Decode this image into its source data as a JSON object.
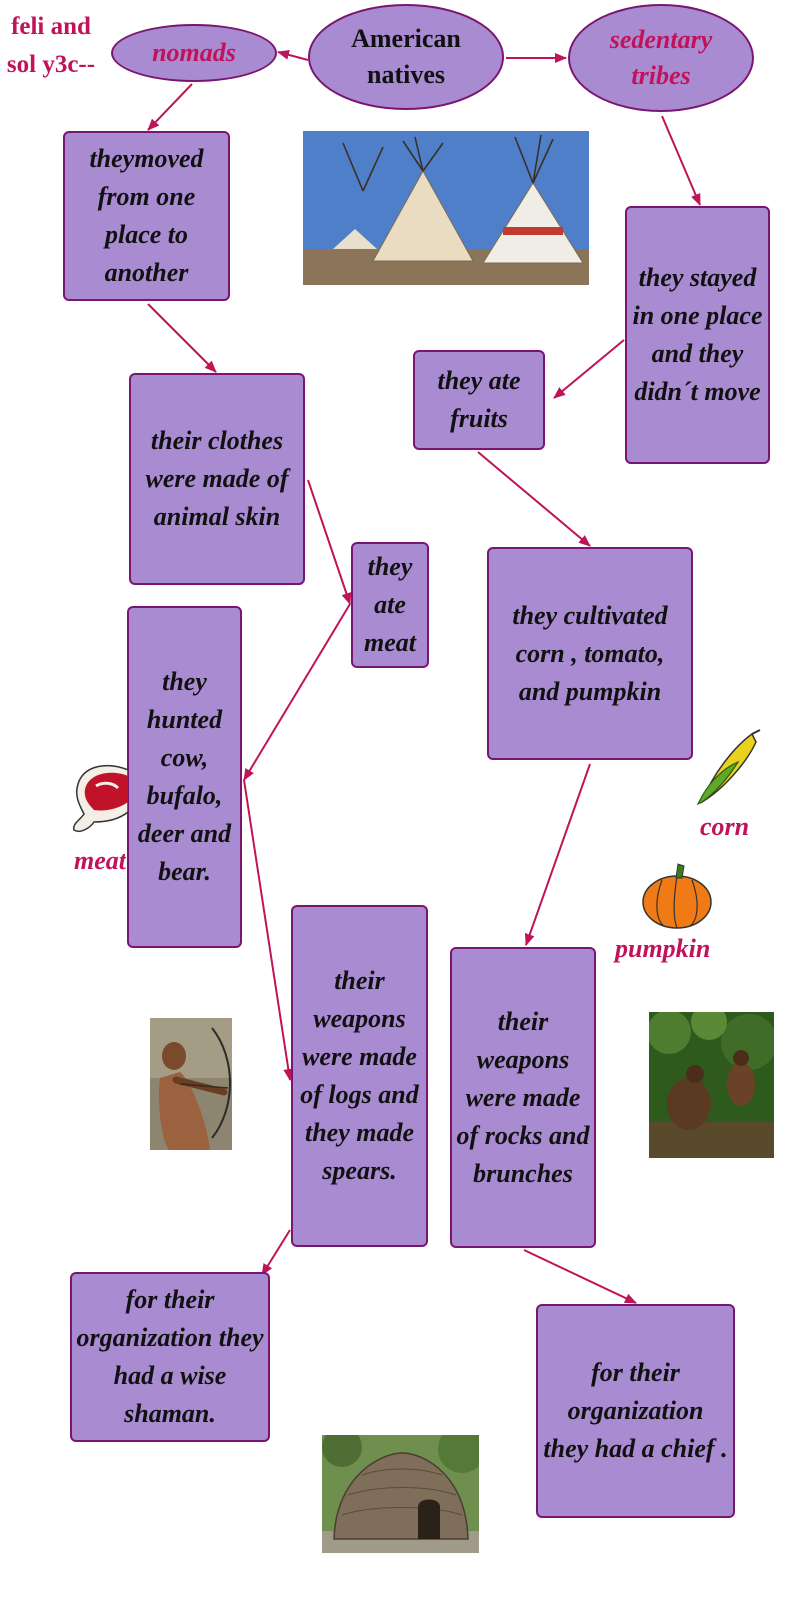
{
  "author": "feli and sol y3c--",
  "center": "American natives",
  "nomads": "nomads",
  "sedentary": "sedentary tribes",
  "nodes": {
    "moved": "theymoved from one place to another",
    "clothes": "their clothes were made of animal skin",
    "ate_meat": "they ate meat",
    "hunted": "they hunted cow, bufalo, deer and bear.",
    "weapons_logs": "their weapons were made of logs and they made spears.",
    "shaman": "for their organization they had a wise shaman.",
    "stayed": "they stayed in one place and they didn´t move",
    "ate_fruits": "they ate fruits",
    "cultivated": "they cultivated corn , tomato, and pumpkin",
    "weapons_rocks": "their weapons were made of rocks and brunches",
    "chief": "for their organization they had a chief ."
  },
  "labels": {
    "meat": "meat",
    "corn": "corn",
    "pumpkin": "pumpkin"
  },
  "colors": {
    "box_fill": "#a98bd1",
    "box_border": "#7a1670",
    "arrow": "#c0135a",
    "accent_text": "#c0135a"
  },
  "icons": [
    "teepee-photo",
    "meat-icon",
    "corn-icon",
    "pumpkin-icon",
    "archer-photo",
    "tribe-photo",
    "hut-photo"
  ]
}
